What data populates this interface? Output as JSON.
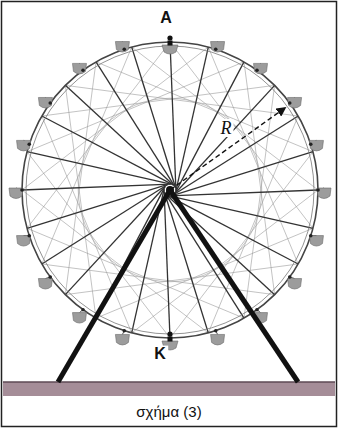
{
  "diagram": {
    "caption": "σχήμα (3)",
    "labels": [
      "A",
      "R",
      "K"
    ]
  }
}
